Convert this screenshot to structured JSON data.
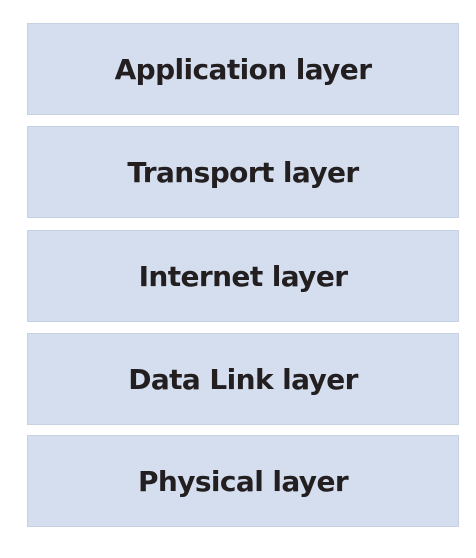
{
  "layers": [
    {
      "label": "Application layer"
    },
    {
      "label": "Transport layer"
    },
    {
      "label": "Internet layer"
    },
    {
      "label": "Data Link layer"
    },
    {
      "label": "Physical layer"
    }
  ],
  "colors": {
    "box_fill": "#d4deee",
    "box_border": "#c6d1e3",
    "text": "#231f20",
    "background": "#ffffff"
  }
}
